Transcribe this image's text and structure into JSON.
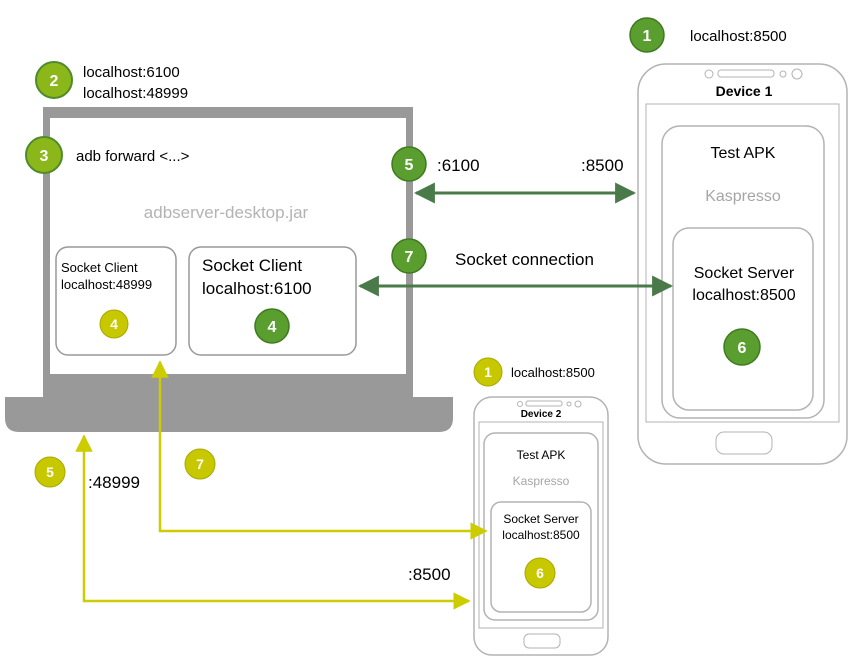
{
  "colors": {
    "green_dark": "#4f8a2b",
    "green_badge": "#5a9e2f",
    "lime": "#cccc00",
    "lime_badge": "#c8c800",
    "dark_arrow": "#4a7a4a",
    "gray_frame": "#999999",
    "light_gray": "#b3b3b3"
  },
  "badges": {
    "b1_top": "1",
    "b2": "2",
    "b3": "3",
    "b5_top": "5",
    "b7_top": "7",
    "b4_big": "4",
    "b4_small": "4",
    "b6_big": "6",
    "b1_small": "1",
    "b6_small": "6",
    "b5_bottom": "5",
    "b7_bottom": "7"
  },
  "labels": {
    "localhost_8500_top": "localhost:8500",
    "localhost_6100": "localhost:6100",
    "localhost_48999": "localhost:48999",
    "adb_forward": "adb forward <...>",
    "jar_name": "adbserver-desktop.jar",
    "port_6100": ":6100",
    "port_8500_top": ":8500",
    "socket_connection": "Socket connection",
    "port_48999": ":48999",
    "port_8500_bottom": ":8500",
    "localhost_8500_small": "localhost:8500"
  },
  "laptop": {
    "client_small": {
      "line1": "Socket Client",
      "line2": "localhost:48999"
    },
    "client_big": {
      "line1": "Socket Client",
      "line2": "localhost:6100"
    }
  },
  "device1": {
    "title": "Device 1",
    "apk": "Test APK",
    "framework": "Kaspresso",
    "server_line1": "Socket Server",
    "server_line2": "localhost:8500"
  },
  "device2": {
    "title": "Device 2",
    "apk": "Test APK",
    "framework": "Kaspresso",
    "server_line1": "Socket Server",
    "server_line2": "localhost:8500"
  }
}
